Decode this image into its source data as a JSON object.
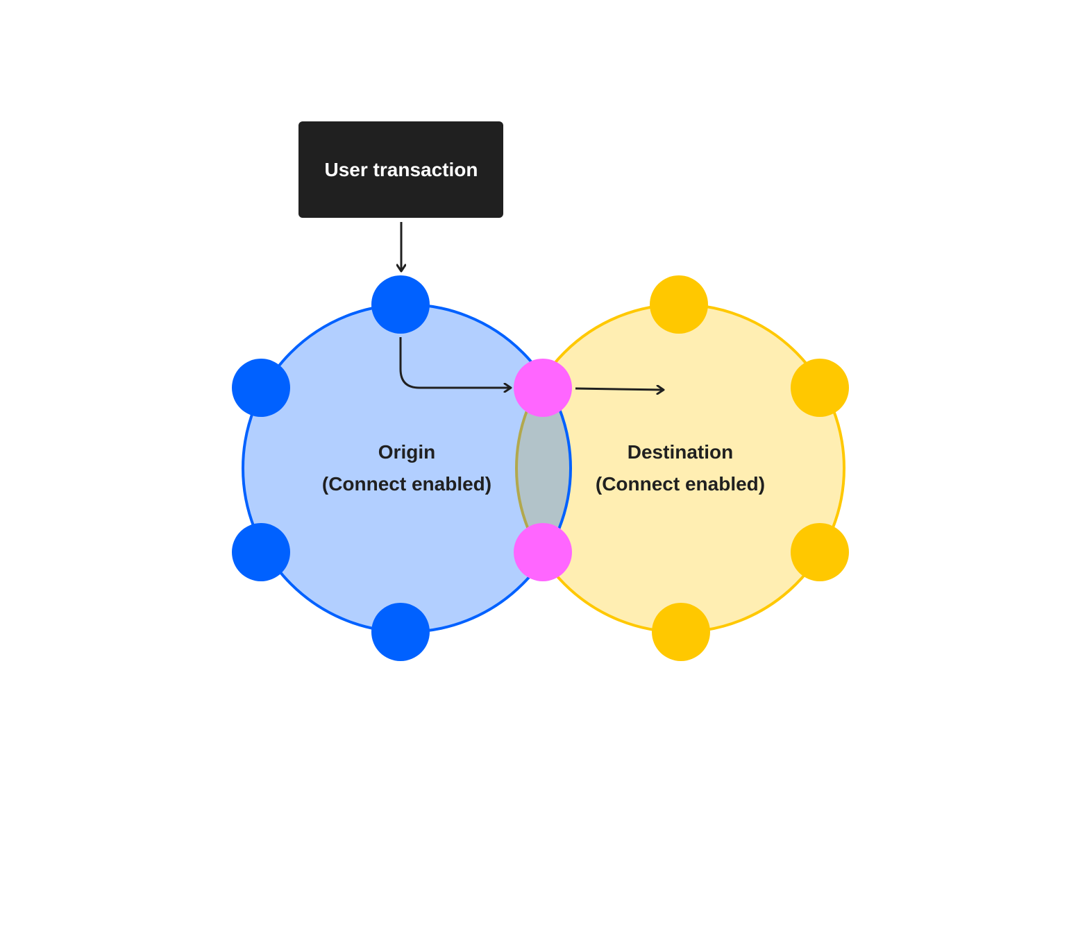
{
  "box": {
    "label": "User transaction"
  },
  "origin": {
    "title": "Origin",
    "subtitle": "(Connect enabled)"
  },
  "destination": {
    "title": "Destination",
    "subtitle": "(Connect enabled)"
  },
  "colors": {
    "origin": "#0061FF",
    "destination": "#FFC800",
    "bridge": "#FF66FF",
    "box": "#202020",
    "text": "#202020"
  }
}
